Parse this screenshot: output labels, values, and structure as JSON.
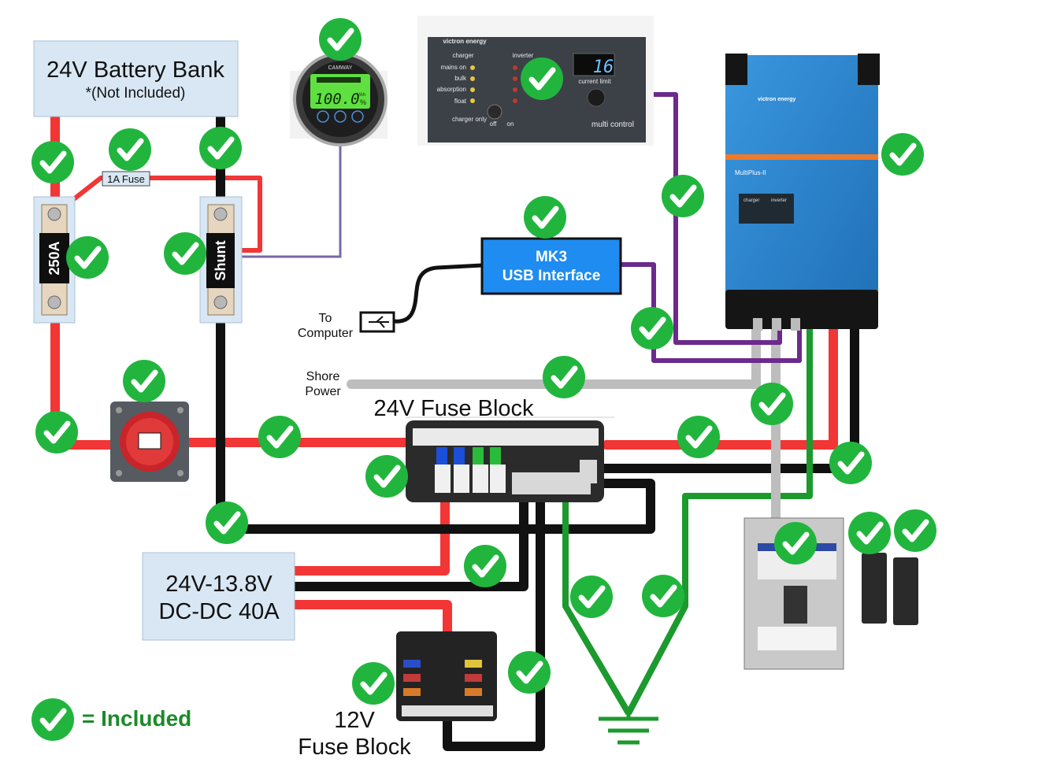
{
  "labels": {
    "battery_title": "24V Battery Bank",
    "battery_note": "*(Not Included)",
    "inline_fuse": "1A Fuse",
    "main_fuse": "250A",
    "shunt": "Shunt",
    "mk3_line1": "MK3",
    "mk3_line2": "USB Interface",
    "computer_line1": "To",
    "computer_line2": "Computer",
    "shore_line1": "Shore",
    "shore_line2": "Power",
    "fuse_block_24v": "24V Fuse Block",
    "dcdc_line1": "24V-13.8V",
    "dcdc_line2": "DC-DC 40A",
    "fuse_block_12v_line1": "12V",
    "fuse_block_12v_line2": "Fuse Block",
    "legend": "= Included"
  },
  "monitor_display": {
    "brand": "CAMWAY",
    "reading": "100.0",
    "unit_top": "VAh",
    "unit_bottom": "%"
  },
  "multi_control": {
    "brand": "victron energy",
    "charger_label": "charger",
    "inverter_label": "inverter",
    "mains_on": "mains on",
    "bulk": "bulk",
    "absorption": "absorption",
    "float": "float",
    "charger_only": "charger only",
    "off": "off",
    "on": "on",
    "display_value": "16",
    "current_limit": "current limit",
    "product_name": "multi control"
  },
  "inverter": {
    "brand": "victron energy",
    "model": "MultiPlus-II",
    "charger_label": "charger",
    "inverter_label": "inverter"
  },
  "colors": {
    "positive": "#f23535",
    "negative": "#111111",
    "ground": "#1c9a2e",
    "ac": "#bdbdbd",
    "comm": "#6b2a8c",
    "monitor_wire": "#7868a8",
    "check": "#21b53d",
    "box_fill": "#d8e7f3",
    "mk3_fill": "#1e8cf0",
    "inverter_fill": "#2a7fc7"
  }
}
